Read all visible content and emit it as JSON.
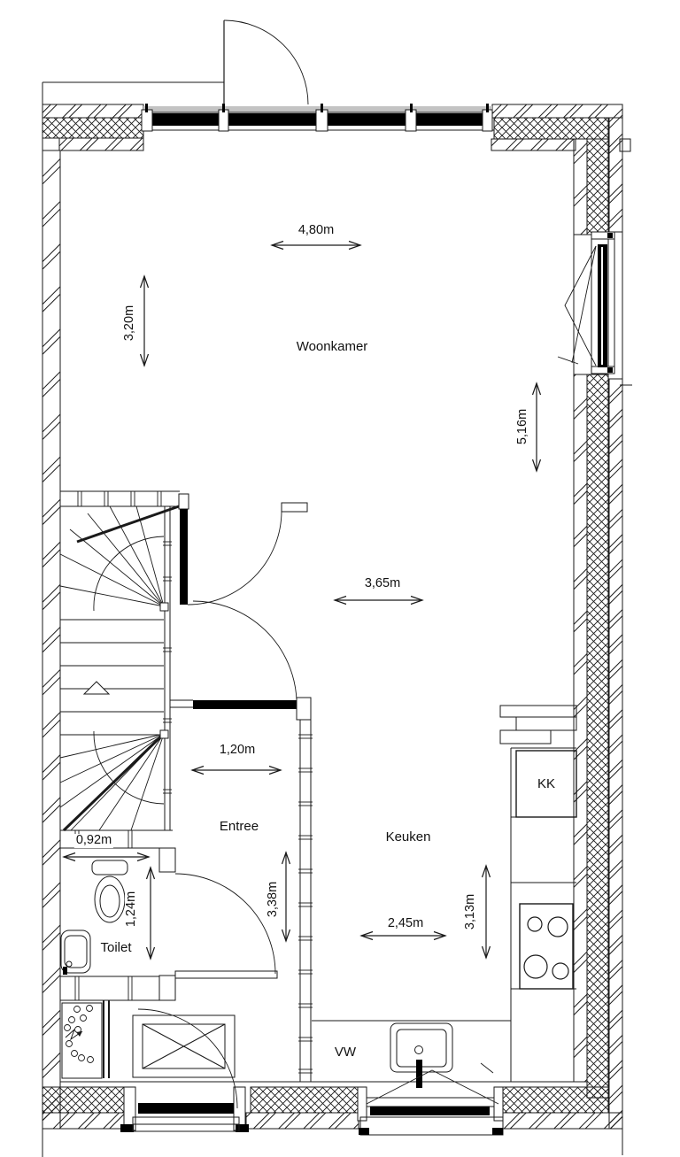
{
  "rooms": {
    "woonkamer": "Woonkamer",
    "entree": "Entree",
    "keuken": "Keuken",
    "toilet": "Toilet"
  },
  "appliances": {
    "fridge": "KK",
    "dishwasher": "VW"
  },
  "dimensions": {
    "woonkamer_width": "4,80m",
    "woonkamer_depth": "3,20m",
    "right_wall_depth": "5,16m",
    "hall_width": "3,65m",
    "entree_width": "1,20m",
    "entree_depth": "3,38m",
    "toilet_width": "0,92m",
    "toilet_depth": "1,24m",
    "keuken_width": "2,45m",
    "keuken_depth": "3,13m"
  },
  "colors": {
    "line": "#1a1a1a",
    "glazing_gray": "#c3c3c3"
  }
}
